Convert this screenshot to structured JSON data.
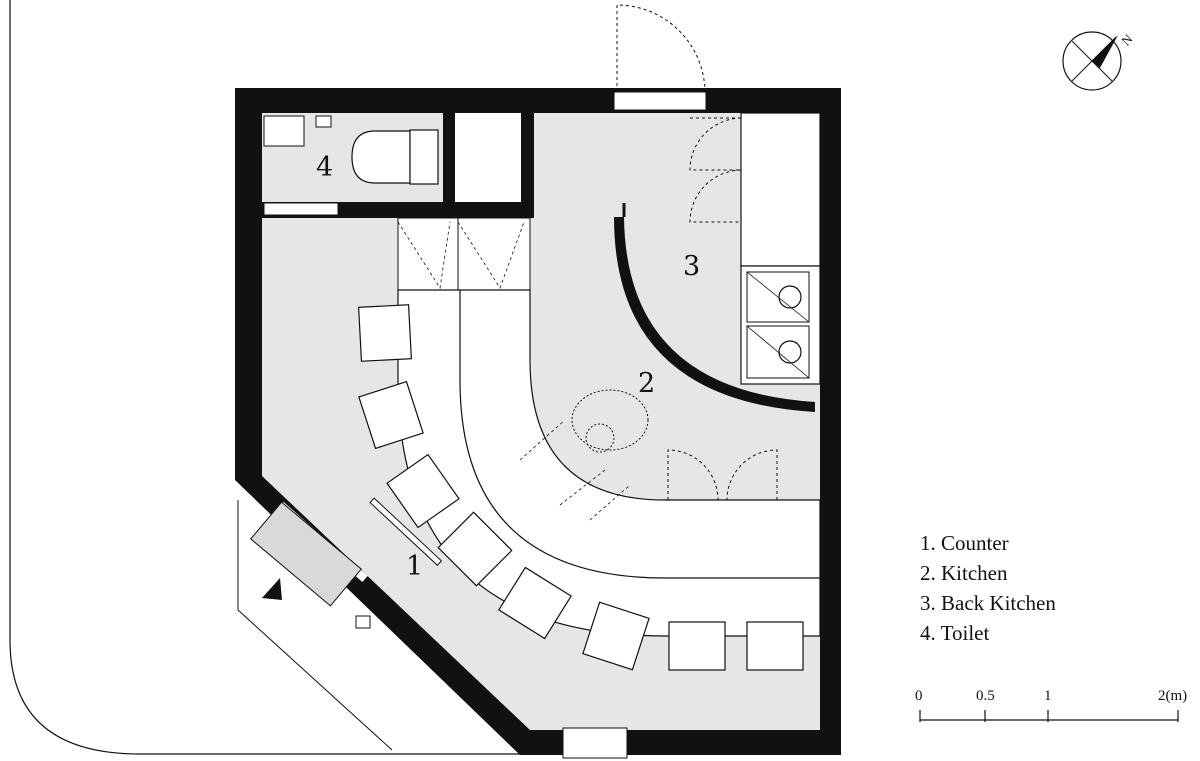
{
  "rooms": [
    {
      "number": "1",
      "name": "Counter"
    },
    {
      "number": "2",
      "name": "Kitchen"
    },
    {
      "number": "3",
      "name": "Back Kitchen"
    },
    {
      "number": "4",
      "name": "Toilet"
    }
  ],
  "legend": [
    "1. Counter",
    "2. Kitchen",
    "3. Back Kitchen",
    "4. Toilet"
  ],
  "scale_bar": {
    "labels": [
      "0",
      "0.5",
      "1",
      "2(m)"
    ]
  },
  "compass": {
    "label": "N"
  },
  "colors": {
    "wall": "#111111",
    "floor": "#e6e6e6",
    "street": "#ffffff",
    "furniture": "#ffffff"
  }
}
